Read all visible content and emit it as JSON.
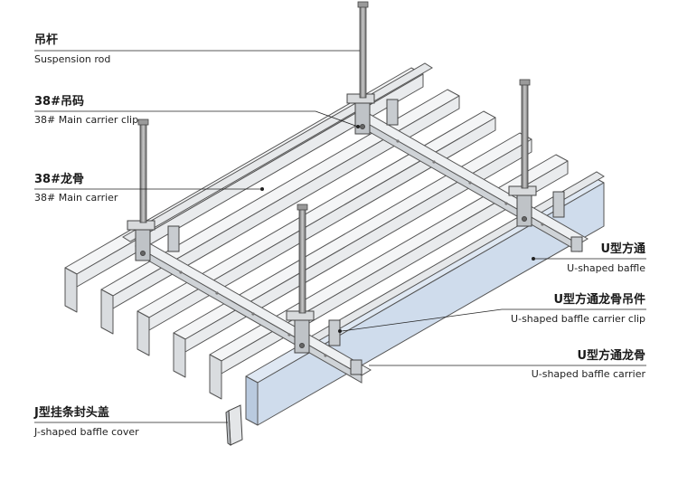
{
  "labels": {
    "suspension_rod": {
      "cn": "吊杆",
      "en": "Suspension rod"
    },
    "main_carrier_clip": {
      "cn": "38#吊码",
      "en": "38# Main carrier clip"
    },
    "main_carrier": {
      "cn": "38#龙骨",
      "en": "38# Main carrier"
    },
    "u_baffle": {
      "cn": "U型方通",
      "en": "U-shaped baffle"
    },
    "u_baffle_clip": {
      "cn": "U型方通龙骨吊件",
      "en": "U-shaped baffle carrier clip"
    },
    "u_baffle_carrier": {
      "cn": "U型方通龙骨",
      "en": "U-shaped baffle carrier"
    },
    "j_cover": {
      "cn": "J型挂条封头盖",
      "en": "J-shaped baffle cover"
    }
  },
  "colors": {
    "line": "#555555",
    "baffle_fill": "#f4f5f6",
    "baffle_side": "#d9dcdf",
    "highlight_fill": "#cfdcec",
    "metal": "#8a8a8a"
  }
}
